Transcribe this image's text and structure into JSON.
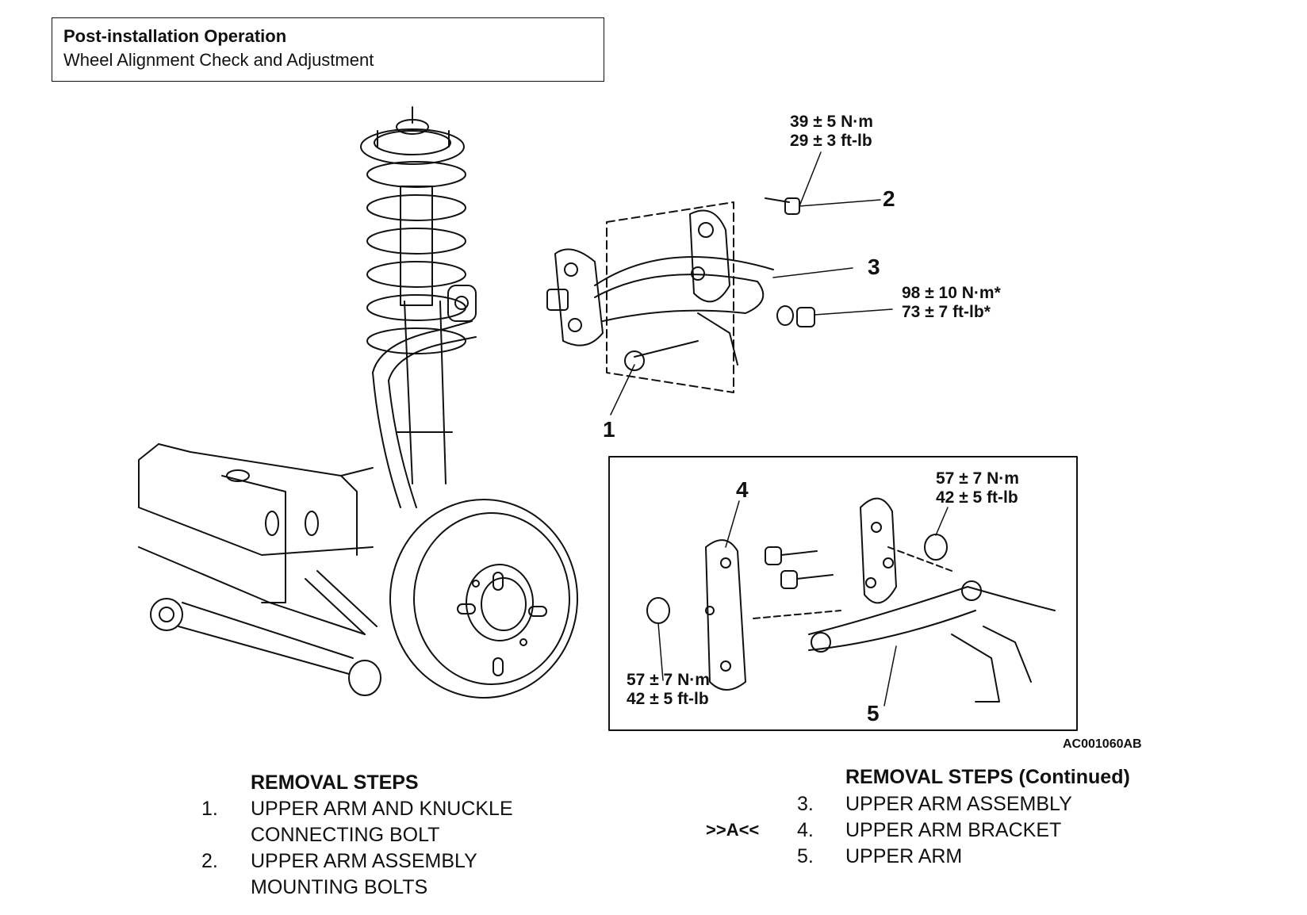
{
  "header": {
    "title": "Post-installation Operation",
    "subtitle": "Wheel Alignment Check and Adjustment"
  },
  "callouts": {
    "torque_2": [
      "39 ± 5 N·m",
      "29 ± 3 ft-lb"
    ],
    "torque_nut": [
      "98 ± 10 N·m*",
      "73 ± 7 ft-lb*"
    ],
    "torque_inset_top": [
      "57 ± 7 N·m",
      "42 ± 5 ft-lb"
    ],
    "torque_inset_bottom": [
      "57 ± 7 N·m",
      "42 ± 5 ft-lb"
    ],
    "numbers": [
      "1",
      "2",
      "3",
      "4",
      "5"
    ]
  },
  "figure_code": "AC001060AB",
  "removal_steps": {
    "title": "REMOVAL STEPS",
    "items": [
      {
        "num": "1.",
        "lines": [
          "UPPER ARM AND KNUCKLE",
          "CONNECTING BOLT"
        ]
      },
      {
        "num": "2.",
        "lines": [
          "UPPER ARM ASSEMBLY",
          "MOUNTING BOLTS"
        ]
      }
    ]
  },
  "removal_steps_continued": {
    "title": "REMOVAL STEPS (Continued)",
    "items": [
      {
        "num": "3.",
        "label": "UPPER ARM ASSEMBLY",
        "marker": ""
      },
      {
        "num": "4.",
        "label": "UPPER ARM BRACKET",
        "marker": ">>A<<"
      },
      {
        "num": "5.",
        "label": "UPPER ARM",
        "marker": ""
      }
    ]
  }
}
